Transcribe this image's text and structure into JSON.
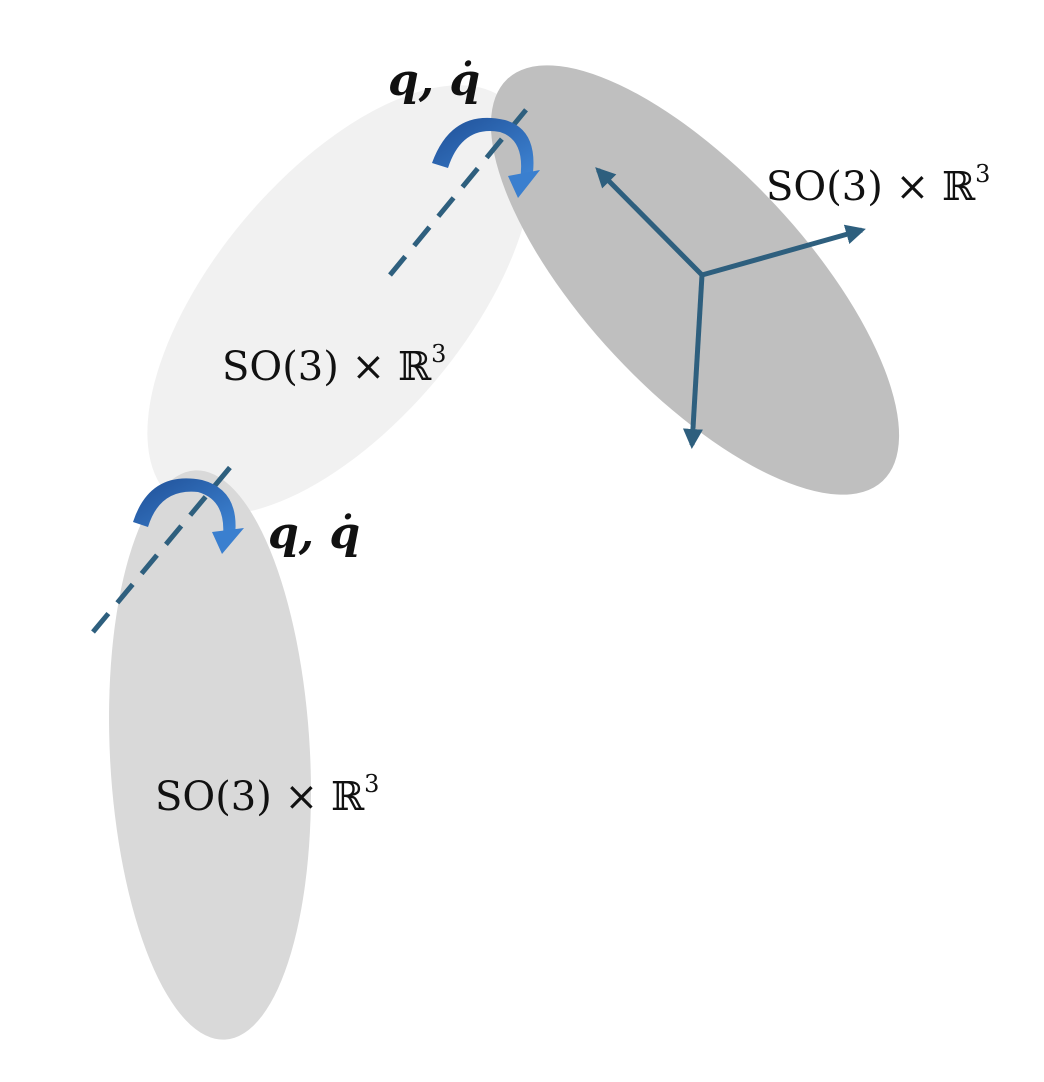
{
  "links": [
    {
      "label_base": "SO(3) × ",
      "label_set": "ℝ",
      "label_sup": "3"
    },
    {
      "label_base": "SO(3) × ",
      "label_set": "ℝ",
      "label_sup": "3"
    },
    {
      "label_base": "SO(3) × ",
      "label_set": "ℝ",
      "label_sup": "3"
    }
  ],
  "joints": [
    {
      "label": "q, q̇"
    },
    {
      "label": "q, q̇"
    }
  ],
  "colors": {
    "link_lower": "#d9d9d9",
    "link_middle": "#f1f1f1",
    "link_upper": "#bfbfbf",
    "axis": "#2e5f7e",
    "joint_arrow_dark": "#2458a0",
    "joint_arrow_light": "#3a7fcf"
  },
  "icons": [
    "rotation-arrow-icon",
    "coordinate-frame-icon"
  ]
}
